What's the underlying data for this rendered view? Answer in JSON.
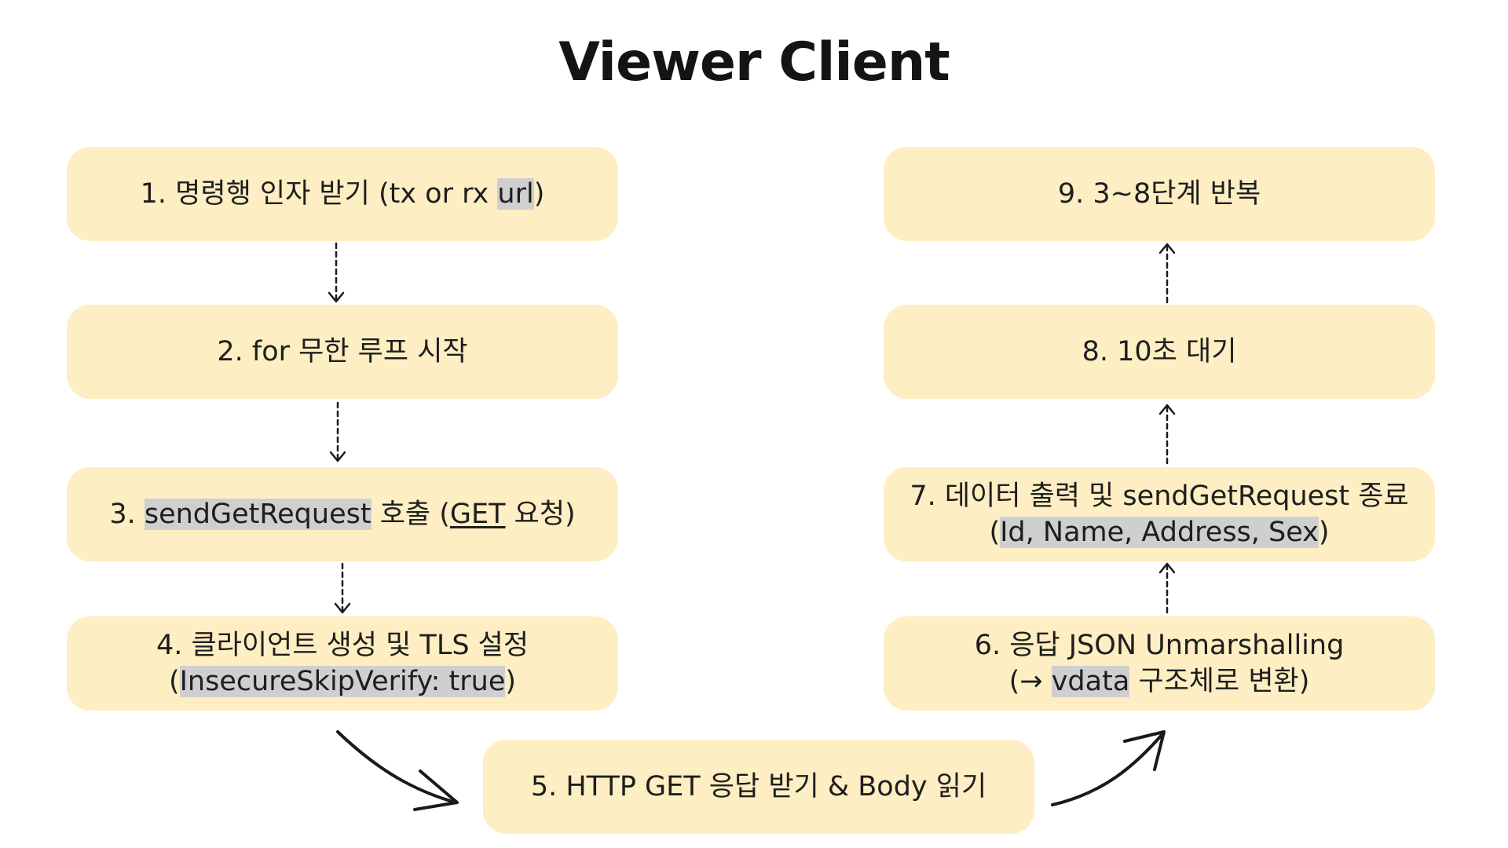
{
  "title": "Viewer Client",
  "nodes": {
    "n1": {
      "prefix": "1. 명령행 인자 받기 (tx or rx ",
      "code": "url",
      "suffix": ")"
    },
    "n2": {
      "text": "2. for 무한 루프 시작"
    },
    "n3": {
      "prefix": "3. ",
      "code": "sendGetRequest",
      "mid": " 호출 (",
      "method": "GET",
      "suffix": " 요청)"
    },
    "n4": {
      "line1": "4. 클라이언트 생성 및 TLS 설정",
      "open": "(",
      "code": "InsecureSkipVerify: true",
      "close": ")"
    },
    "n5": {
      "text": "5. HTTP GET 응답 받기 & Body 읽기"
    },
    "n6": {
      "line1": "6. 응답 JSON Unmarshalling",
      "open": "(→ ",
      "code": "vdata",
      "close": " 구조체로 변환)"
    },
    "n7": {
      "line1": "7. 데이터 출력 및 sendGetRequest 종료",
      "open": "(",
      "code": "Id, Name, Address, Sex",
      "close": ")"
    },
    "n8": {
      "text": "8. 10초 대기"
    },
    "n9": {
      "text": "9. 3~8단계 반복"
    }
  },
  "colors": {
    "node_fill": "#fdeec3",
    "highlight": "#cfcfcf",
    "connector": "#1a1a1a"
  }
}
